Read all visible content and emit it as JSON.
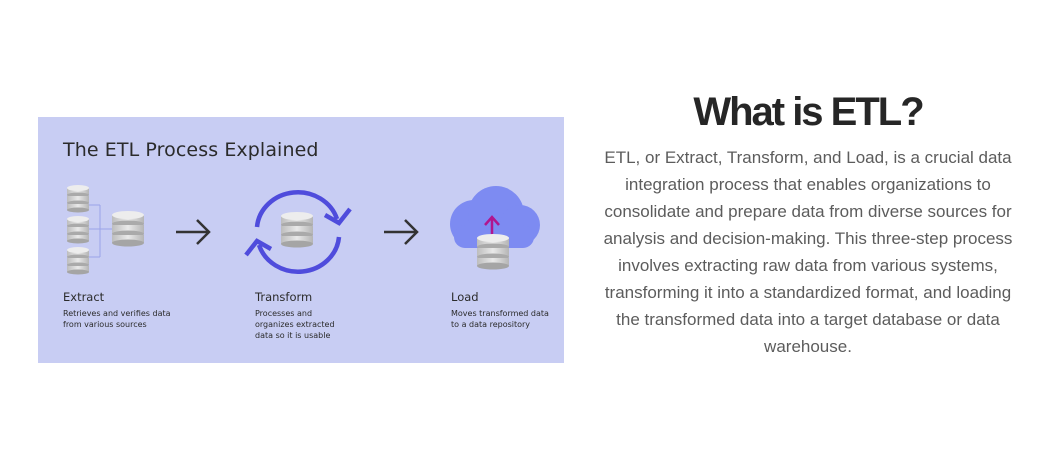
{
  "figure": {
    "title": "The ETL Process Explained",
    "steps": [
      {
        "title": "Extract",
        "description": "Retrieves and verifies data from various sources"
      },
      {
        "title": "Transform",
        "description": "Processes and organizes extracted data so it is usable"
      },
      {
        "title": "Load",
        "description": "Moves transformed data to a data repository"
      }
    ],
    "icons": [
      "database-cluster-icon",
      "arrow-right-icon",
      "refresh-cycle-icon",
      "arrow-right-icon",
      "cloud-upload-icon"
    ],
    "colors": {
      "background": "#c8cdf3",
      "accent_blue": "#4f4cdc",
      "cloud": "#7d8bf2",
      "upload_arrow": "#b0168f",
      "text": "#2b2b2b"
    }
  },
  "article": {
    "heading": "What is ETL?",
    "body": "ETL, or Extract, Transform, and Load, is a crucial data integration process that enables organizations to consolidate and prepare data from diverse sources for analysis and decision-making. This three-step process involves extracting raw data from various systems, transforming it into a standardized format, and loading the transformed data into a target database or data warehouse."
  }
}
